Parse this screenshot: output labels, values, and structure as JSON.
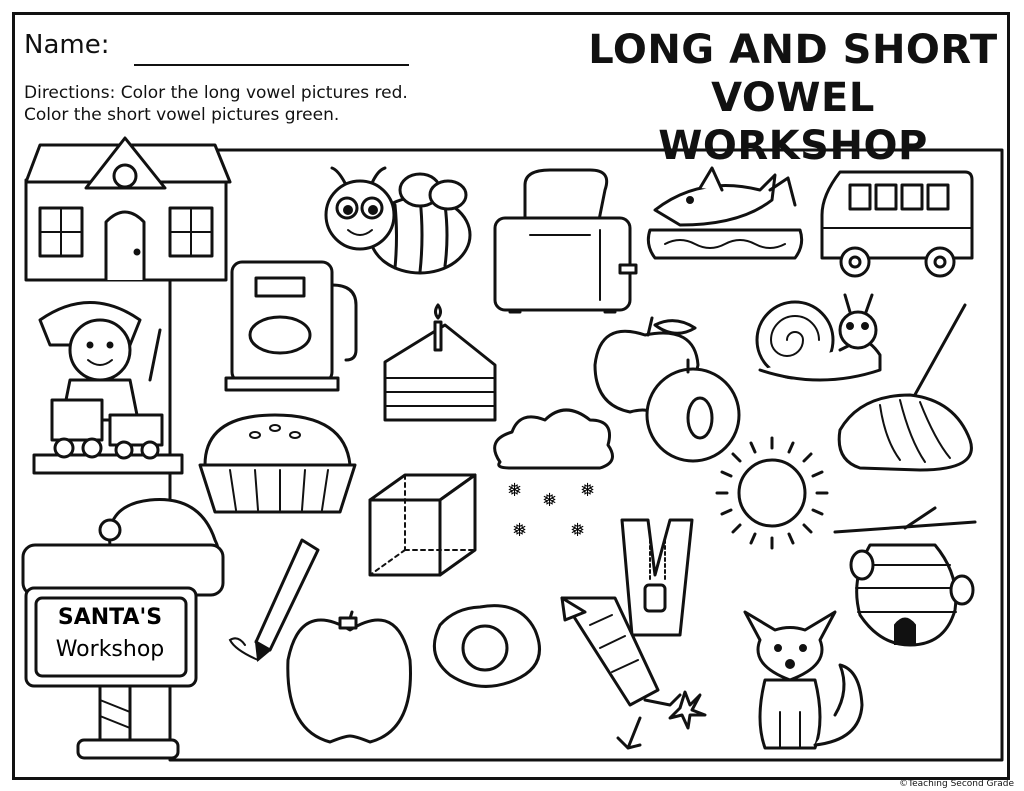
{
  "header": {
    "name_label": "Name:",
    "directions_line1": "Directions: Color the long vowel pictures red.",
    "directions_line2": "Color the short vowel pictures green.",
    "title_line1": "LONG AND SHORT",
    "title_line2": "VOWEL WORKSHOP"
  },
  "sign": {
    "line1": "SANTA'S",
    "line2": "Workshop"
  },
  "footer": {
    "copyright": "©Teaching Second Grade"
  },
  "pictures": [
    "gingerbread-house",
    "elf",
    "bee",
    "gas-pump",
    "toaster",
    "shark",
    "bus",
    "cake",
    "apples",
    "snail",
    "mop",
    "pie",
    "cloud-snow",
    "cube",
    "sun",
    "pen",
    "zipper",
    "beehive",
    "apple",
    "egg",
    "rocket",
    "fox",
    "sign"
  ]
}
